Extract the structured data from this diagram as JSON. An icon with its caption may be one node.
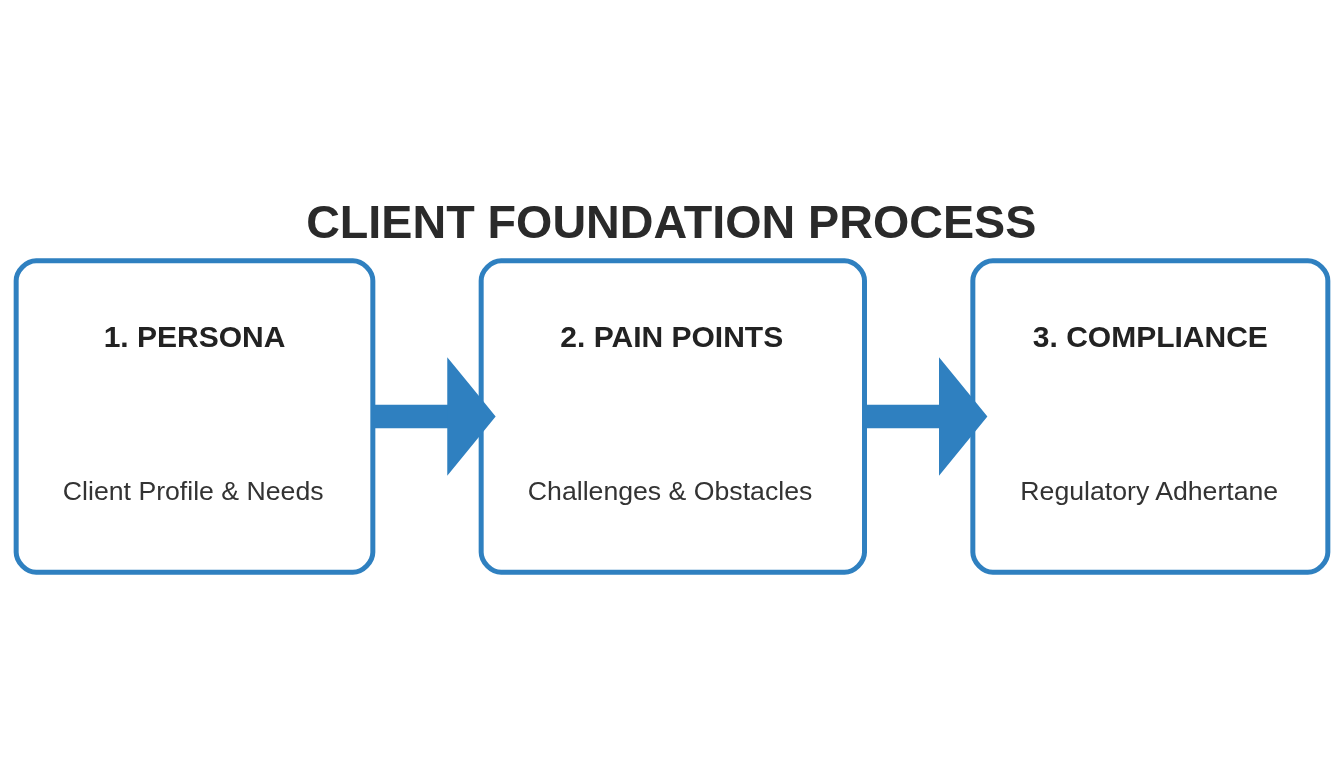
{
  "diagram": {
    "title": "CLIENT FOUNDATION PROCESS",
    "nodes": [
      {
        "text": [
          "1. PERSONA",
          "Client Profile & Needs"
        ]
      },
      {
        "text": [
          "2. PAIN POINTS",
          "Challenges & Obstacles"
        ]
      },
      {
        "text": [
          "3. COMPLIANCE",
          "Regulatory Adhertane"
        ]
      }
    ],
    "edges": [
      {
        "from": 0,
        "to": 1,
        "arrow": "to"
      },
      {
        "from": 1,
        "to": 2,
        "arrow": "to"
      }
    ]
  }
}
